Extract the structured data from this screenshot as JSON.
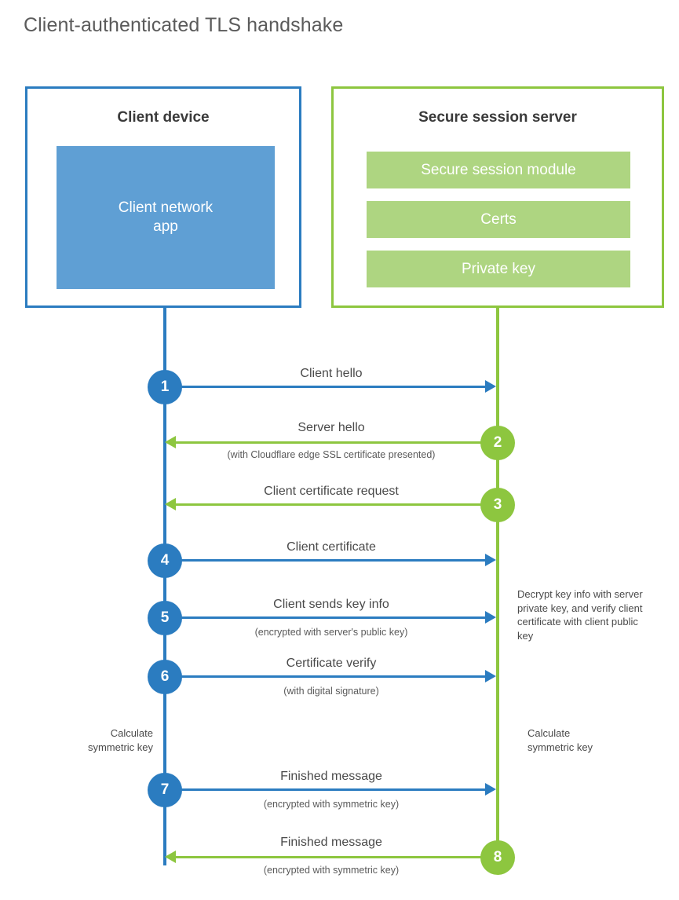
{
  "title": "Client-authenticated TLS handshake",
  "colors": {
    "client_blue": "#2b7cc0",
    "client_app_fill": "#5f9fd4",
    "server_green": "#8dc63f",
    "server_row_fill": "#aed581",
    "title_text": "#5b5b5b",
    "body_text": "#4a4a4a"
  },
  "client": {
    "title": "Client device",
    "app_label": "Client network\napp",
    "app_label_line1": "Client network",
    "app_label_line2": "app"
  },
  "server": {
    "title": "Secure session server",
    "components": [
      {
        "label": "Secure session module"
      },
      {
        "label": "Certs"
      },
      {
        "label": "Private key"
      }
    ]
  },
  "steps": [
    {
      "number": "1",
      "label": "Client hello",
      "sublabel": "",
      "direction": "client-to-server",
      "color": "blue"
    },
    {
      "number": "2",
      "label": "Server hello",
      "sublabel": "(with Cloudflare edge SSL certificate presented)",
      "direction": "server-to-client",
      "color": "green"
    },
    {
      "number": "3",
      "label": "Client certificate request",
      "sublabel": "",
      "direction": "server-to-client",
      "color": "green"
    },
    {
      "number": "4",
      "label": "Client certificate",
      "sublabel": "",
      "direction": "client-to-server",
      "color": "blue"
    },
    {
      "number": "5",
      "label": "Client sends key info",
      "sublabel": "(encrypted with server's public key)",
      "direction": "client-to-server",
      "color": "blue"
    },
    {
      "number": "6",
      "label": "Certificate verify",
      "sublabel": "(with digital signature)",
      "direction": "client-to-server",
      "color": "blue"
    },
    {
      "number": "7",
      "label": "Finished message",
      "sublabel": "(encrypted with symmetric key)",
      "direction": "client-to-server",
      "color": "blue"
    },
    {
      "number": "8",
      "label": "Finished message",
      "sublabel": "(encrypted with symmetric key)",
      "direction": "server-to-client",
      "color": "green"
    }
  ],
  "notes": {
    "server_decrypt": "Decrypt key info with server private key, and verify client certificate with client public key",
    "client_calculate_line1": "Calculate",
    "client_calculate_line2": "symmetric key",
    "server_calculate_line1": "Calculate",
    "server_calculate_line2": "symmetric key"
  }
}
